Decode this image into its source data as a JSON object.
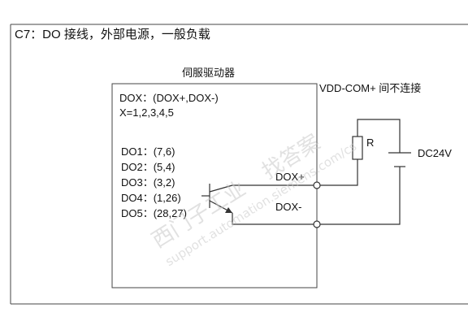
{
  "page": {
    "title": "C7：DO 接线，外部电源，一般负载"
  },
  "diagram": {
    "box_title": "伺服驱动器",
    "dox_line": "DOX：(DOX+,DOX-)",
    "x_line": "X=1,2,3,4,5",
    "do_list": [
      "DO1：(7,6)",
      "DO2：(5,4)",
      "DO3：(3,2)",
      "DO4：(1,26)",
      "DO5：(28,27)"
    ],
    "dox_plus": "DOX+",
    "dox_minus": "DOX-",
    "vdd_note": "VDD-COM+ 间不连接",
    "resistor": "R",
    "supply": "DC24V"
  },
  "watermark": {
    "line1": "西门子工业",
    "line2": "找答案",
    "line3": "support.automation.siemens.com/cs"
  },
  "colors": {
    "line": "#333333",
    "watermark": "#c9c9c9"
  }
}
